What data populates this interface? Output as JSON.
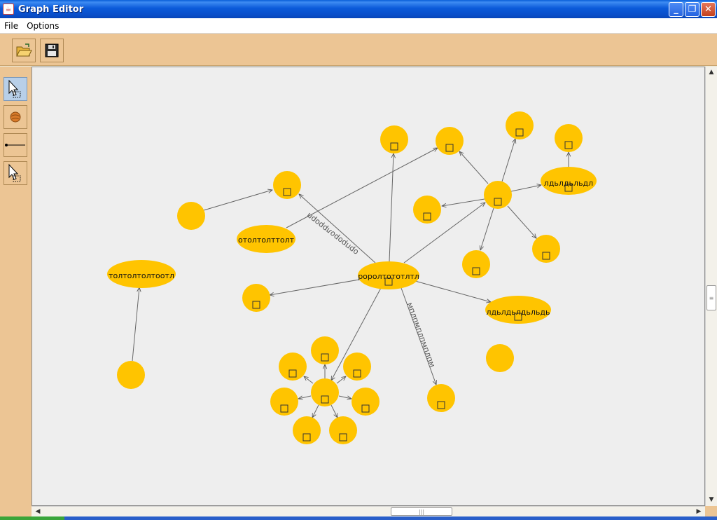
{
  "window": {
    "title": "Graph Editor",
    "title_icon": "java-icon",
    "minimize": "minimize-icon",
    "maximize": "restore-icon",
    "close": "close-icon"
  },
  "menu": {
    "items": [
      {
        "label": "File"
      },
      {
        "label": "Options"
      }
    ]
  },
  "toolbar": {
    "open_icon": "open-folder-icon",
    "save_icon": "save-disk-icon"
  },
  "palette": {
    "tools": [
      {
        "name": "select-tool",
        "icon": "pointer-icon",
        "selected": true
      },
      {
        "name": "node-tool",
        "icon": "ball-icon",
        "selected": false
      },
      {
        "name": "edge-tool",
        "icon": "line-icon",
        "selected": false
      },
      {
        "name": "move-tool",
        "icon": "pointer-copy-icon",
        "selected": false
      }
    ]
  },
  "colors": {
    "node_fill": "#ffc400",
    "edge": "#666666",
    "canvas_bg": "#eeeeee",
    "panel_bg": "#ecc594"
  },
  "graph": {
    "nodes": [
      {
        "id": "n1",
        "label": ""
      },
      {
        "id": "n2",
        "label": ""
      },
      {
        "id": "n3",
        "label": ""
      },
      {
        "id": "n4",
        "label": ""
      },
      {
        "id": "n5",
        "label": ""
      },
      {
        "id": "n6",
        "label": ""
      },
      {
        "id": "n7",
        "label": "ldldld",
        "label_text": "лдьлдьльдл"
      },
      {
        "id": "n8",
        "label": ""
      },
      {
        "id": "n9",
        "label": ""
      },
      {
        "id": "n10",
        "label": "otolt",
        "label_text": "отолтолттолт"
      },
      {
        "id": "n11",
        "label": ""
      },
      {
        "id": "n12",
        "label": ""
      },
      {
        "id": "n13",
        "label": "tolt",
        "label_text": "толтолтолтоотл"
      },
      {
        "id": "n14",
        "label": "center",
        "label_text": "роролтототлтл"
      },
      {
        "id": "n15",
        "label": ""
      },
      {
        "id": "n16",
        "label": "ldl2",
        "label_text": "лдьлдьлдьльдь"
      },
      {
        "id": "n17",
        "label": ""
      },
      {
        "id": "n18",
        "label": ""
      },
      {
        "id": "n19",
        "label": ""
      },
      {
        "id": "n20",
        "label": ""
      },
      {
        "id": "n21",
        "label": ""
      },
      {
        "id": "n22",
        "label": ""
      },
      {
        "id": "n23",
        "label": ""
      },
      {
        "id": "n24",
        "label": ""
      },
      {
        "id": "n25",
        "label": ""
      },
      {
        "id": "n26",
        "label": ""
      },
      {
        "id": "n27",
        "label": ""
      }
    ],
    "edge_labels": [
      {
        "text": "орпроролррорп"
      },
      {
        "text": "мплпмплпмплпм"
      }
    ]
  }
}
